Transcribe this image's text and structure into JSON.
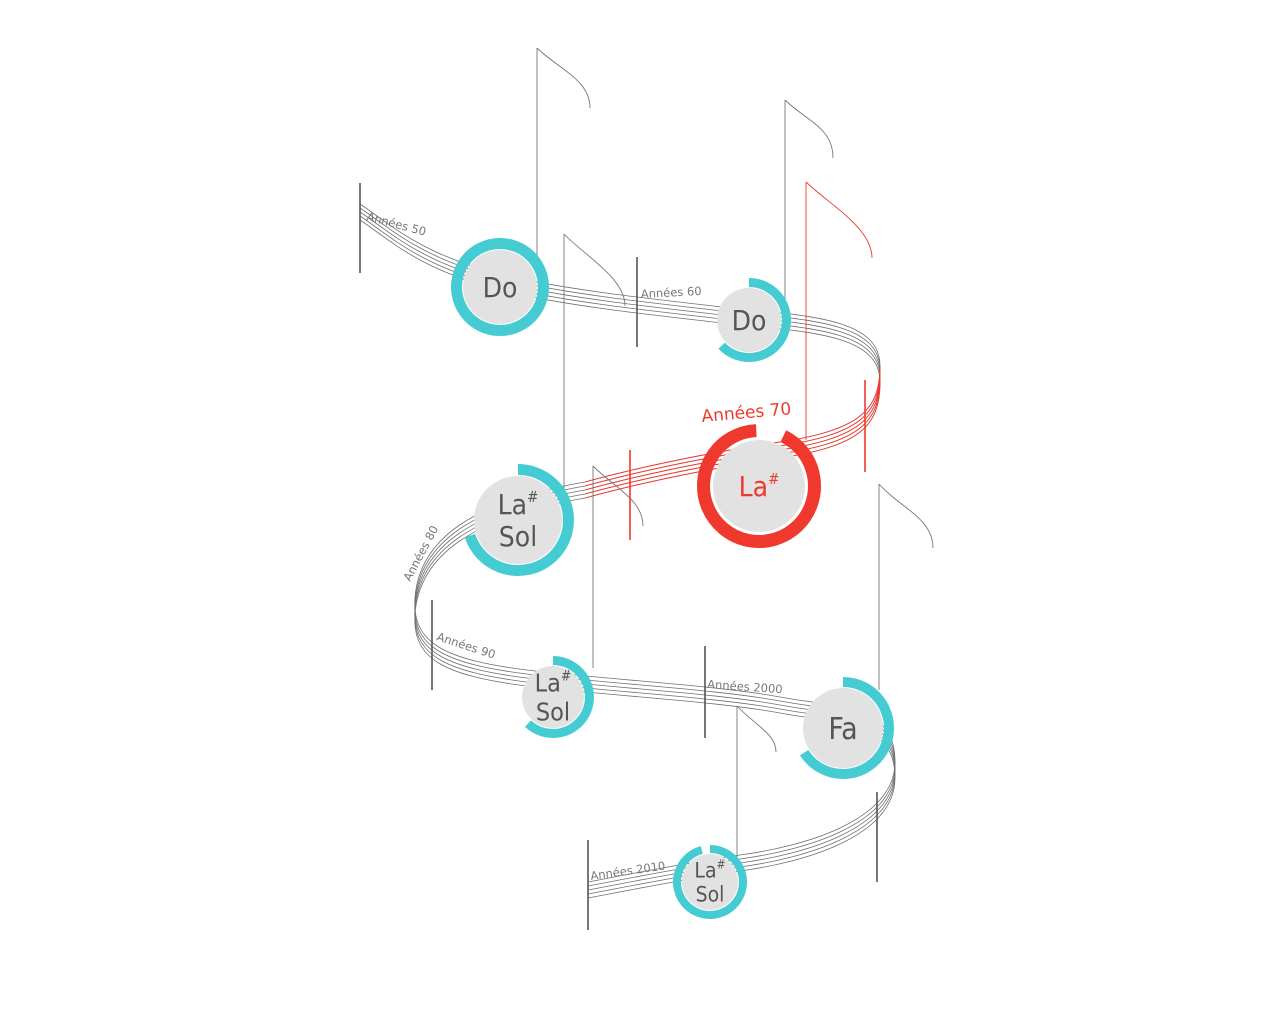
{
  "colors": {
    "accent": "#45ccd3",
    "highlight": "#f0392e",
    "note_fill": "#e2e2e2",
    "staff": "#777777",
    "text": "#555555"
  },
  "periods": [
    {
      "id": "50",
      "label": "Années 50",
      "notes": [
        "Do"
      ],
      "arc_fraction": 1.0,
      "highlight": false
    },
    {
      "id": "60",
      "label": "Années 60",
      "notes": [
        "Do"
      ],
      "arc_fraction": 0.63,
      "highlight": false
    },
    {
      "id": "70",
      "label": "Années 70",
      "notes": [
        "La#"
      ],
      "arc_fraction": 0.92,
      "highlight": true
    },
    {
      "id": "80",
      "label": "Années 80",
      "notes": [
        "La#",
        "Sol"
      ],
      "arc_fraction": 0.7,
      "highlight": false
    },
    {
      "id": "90",
      "label": "Années 90",
      "notes": [
        "La#",
        "Sol"
      ],
      "arc_fraction": 0.62,
      "highlight": false
    },
    {
      "id": "2000",
      "label": "Années 2000",
      "notes": [
        "Fa"
      ],
      "arc_fraction": 0.66,
      "highlight": false
    },
    {
      "id": "2010",
      "label": "Années 2010",
      "notes": [
        "La#",
        "Sol"
      ],
      "arc_fraction": 0.96,
      "highlight": false
    }
  ]
}
